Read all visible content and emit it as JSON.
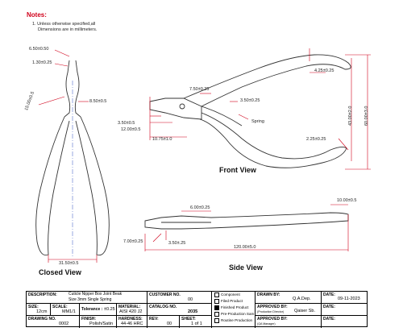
{
  "notes": {
    "title": "Notes:",
    "line1": "1. Unless otherwise specified,all",
    "line2": "Dimensions are in millimeters."
  },
  "views": {
    "closed": "Closed View",
    "front": "Front View",
    "side": "Side View"
  },
  "dims": {
    "c1": "6.50±0.50",
    "c2": "1.30±0.25",
    "c3": "15.00±0.5",
    "c4": "8.50±0.5",
    "c5": "31.50±0.5",
    "f1": "4.25±0.25",
    "f2": "7.50±0.25",
    "f3": "3.50±0.25",
    "f4": "Spring",
    "f5": "3.50±0.5",
    "f6": "12.00±0.5",
    "f7": "10.75±1.0",
    "f8": "2.25±0.25",
    "f9": "43.00±2.0",
    "f10": "60.00±3.0",
    "s1": "6.00±0.25",
    "s2": "10.00±0.5",
    "s3": "7.00±0.25",
    "s4": "3.50±.25",
    "s5": "120.00±5.0"
  },
  "titleblock": {
    "description_label": "DESCRIPTION:",
    "description_l1": "Cuticle Nipper Box Joint Beak",
    "description_l2": "Size 3mm Single Spring",
    "customer_label": "CUSTOMER NO.",
    "customer_value": "00",
    "catalog_label": "CATALOG NO.",
    "catalog_value": "2035",
    "rev_label": "REV:",
    "rev_value": "00",
    "sheet_label": "SHEET:",
    "sheet_value": "1 of 1",
    "size_label": "SIZE:",
    "size_value": "12cm",
    "scale_label": "SCALE:",
    "scale_value": "MM1/1",
    "tolerance_label": "Tolerance :",
    "tolerance_value": "±0.25",
    "material_label": "MATERIAL:",
    "material_value": "AISI 420 J2",
    "drawing_label": "DRAWING NO.",
    "drawing_value": "0002",
    "finish_label": "FINISH:",
    "finish_value": "Polish/Satin",
    "hardness_label": "HARDNESS:",
    "hardness_value": "44-46 HRC",
    "checks": [
      "Component",
      "Filed Product",
      "Finished Product",
      "Pre-Production Sam",
      "Routine Production"
    ],
    "checked_index": 2,
    "drawn_label": "DRAWN BY:",
    "drawn_value": "Q.A.Dep.",
    "approved1_label": "APPROVED BY:",
    "approved1_sub": "(Production Director)",
    "approved1_value": "Qaiser Sb.",
    "approved2_label": "APPROVED BY:",
    "approved2_sub": "(QA Manager)",
    "date_label1": "DATE:",
    "date_value1": "09-11-2023",
    "date_label2": "DATE:",
    "date_label3": "DATE:"
  },
  "colors": {
    "dimension": "#d0001a",
    "outline": "#333333",
    "centerline": "#3050c0"
  }
}
